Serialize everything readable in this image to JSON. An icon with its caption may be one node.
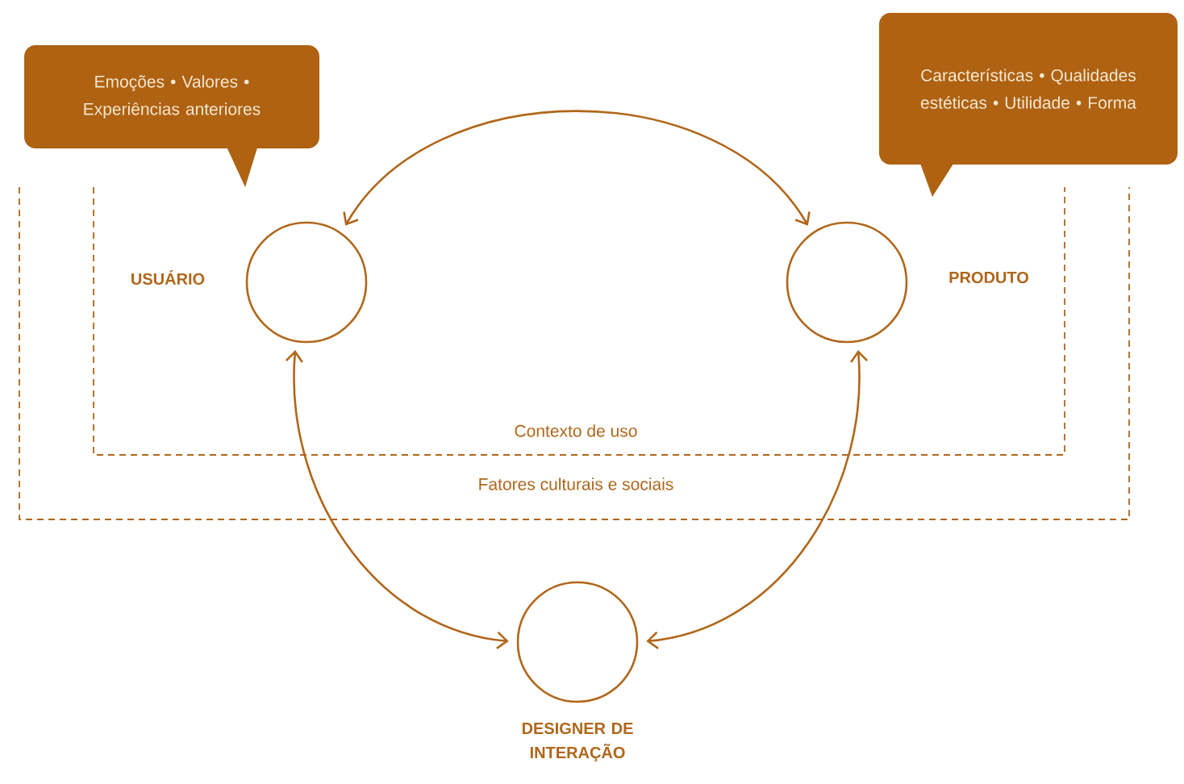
{
  "diagram": {
    "nodes": [
      {
        "text": [
          "Emoções • Valores • Experiências anteriores"
        ]
      },
      {
        "text": [
          "Características • Qualidades estéticas • Utilidade • Forma"
        ]
      },
      {
        "text": [],
        "shape": "circle",
        "beside": [
          "USUÁRIO"
        ]
      },
      {
        "text": [],
        "shape": "circle",
        "beside": [
          "PRODUTO"
        ]
      },
      {
        "text": [],
        "shape": "circle",
        "beside": [
          "DESIGNER DE INTERAÇÃO"
        ]
      }
    ],
    "edges": [
      {
        "from": 2,
        "to": 3,
        "arrow": "both"
      },
      {
        "from": 2,
        "to": 4,
        "arrow": "both"
      },
      {
        "from": 3,
        "to": 4,
        "arrow": "both"
      }
    ],
    "labels": [
      "Contexto de uso",
      "Fatores culturais e sociais"
    ]
  }
}
